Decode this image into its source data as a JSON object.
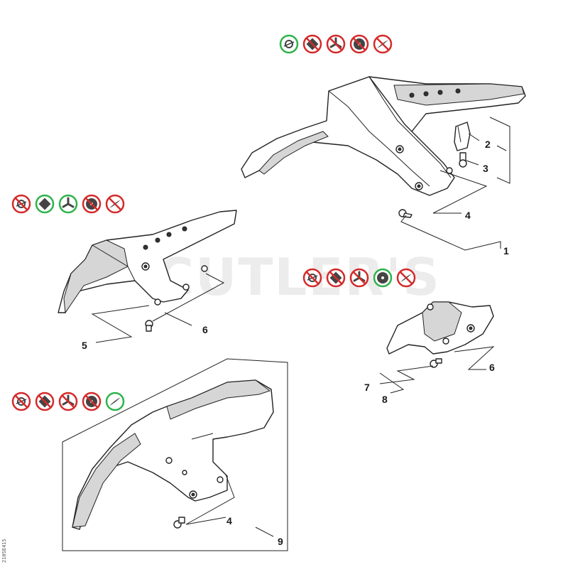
{
  "watermark": "CUTLER'S",
  "side_code": "210SE415",
  "callouts": {
    "c1": "1",
    "c2": "2",
    "c3": "3",
    "c4a": "4",
    "c5": "5",
    "c6a": "6",
    "c6b": "6",
    "c7": "7",
    "c8": "8",
    "c4b": "4",
    "c9": "9"
  },
  "colors": {
    "allowed_ring": "#2db34a",
    "prohibited_ring": "#d42a2a",
    "icon_fill": "#444444"
  },
  "icon_rows": {
    "top": [
      "allowed",
      "prohibited",
      "prohibited",
      "prohibited",
      "prohibited"
    ],
    "left": [
      "prohibited",
      "allowed",
      "allowed",
      "prohibited",
      "prohibited"
    ],
    "middle": [
      "prohibited",
      "prohibited",
      "prohibited",
      "allowed",
      "prohibited"
    ],
    "bottom": [
      "prohibited",
      "prohibited",
      "prohibited",
      "prohibited",
      "allowed"
    ]
  },
  "icon_types": [
    "line-head-icon",
    "polycut-head-icon",
    "three-blade-icon",
    "saw-blade-icon",
    "two-blade-icon"
  ]
}
